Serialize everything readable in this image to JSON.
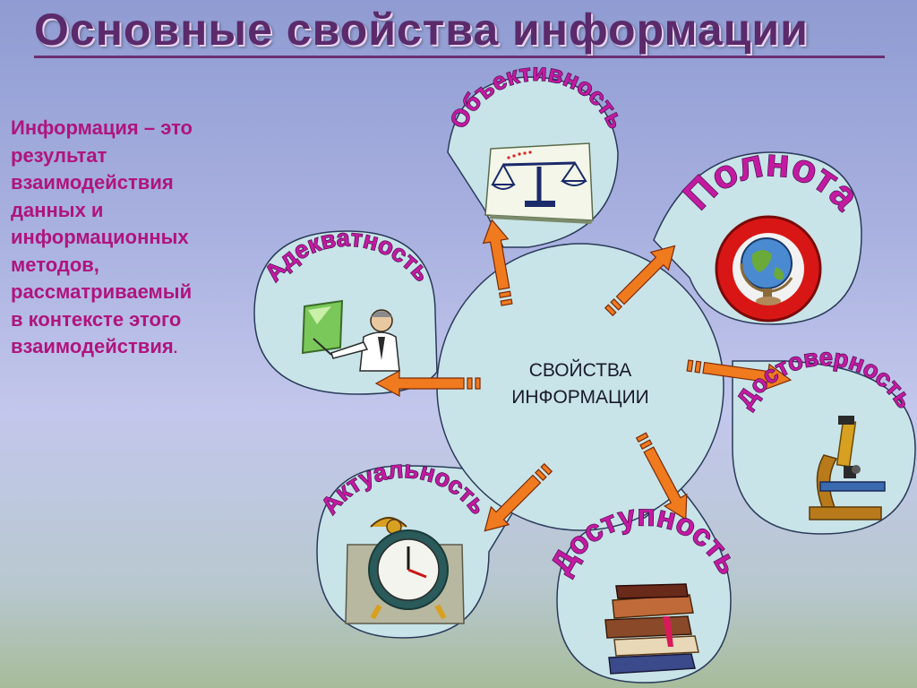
{
  "title": "Основные свойства информации",
  "definition": {
    "lines": [
      "Информация – это",
      "результат",
      "взаимодействия",
      "данных и",
      "информационных",
      "методов,",
      "рассматриваемый",
      "в контексте этого",
      "взаимодействия"
    ],
    "end_mark": "."
  },
  "center": {
    "line1": "СВОЙСТВА",
    "line2": "ИНФОРМАЦИИ"
  },
  "properties": [
    {
      "label": "Объективность",
      "icon": "scales-icon"
    },
    {
      "label": "Полнота",
      "icon": "globe-icon"
    },
    {
      "label": "Адекватность",
      "icon": "teacher-icon"
    },
    {
      "label": "Достоверность",
      "icon": "microscope-icon"
    },
    {
      "label": "Актуальность",
      "icon": "alarm-clock-icon"
    },
    {
      "label": "Доступность",
      "icon": "books-icon"
    }
  ],
  "colors": {
    "title": "#5a2a6a",
    "definition_text": "#b0147e",
    "center_fill": "#c8e4e8",
    "bubble_fill": "#c8e4e8",
    "arrow": "#f07a1e",
    "label": "#c21aa0"
  }
}
